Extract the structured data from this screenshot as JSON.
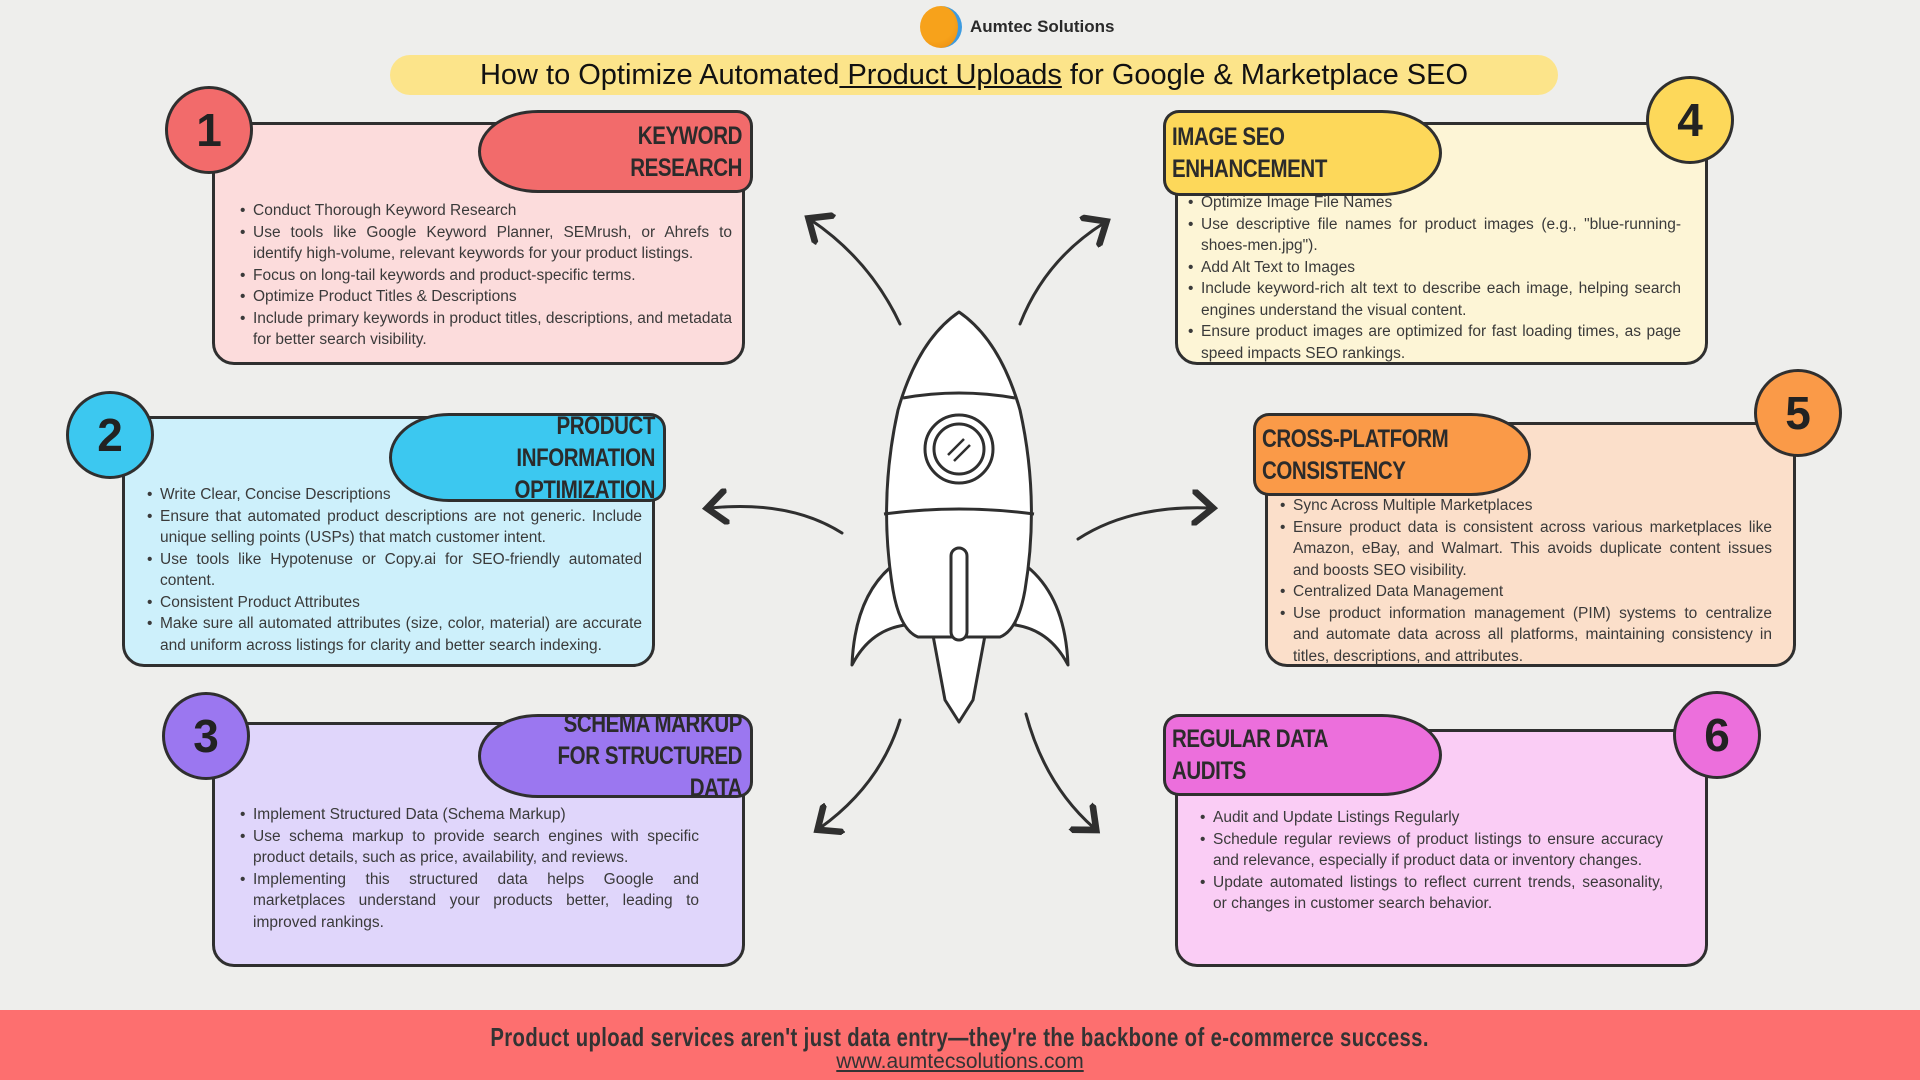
{
  "brand": {
    "name": "Aumtec Solutions"
  },
  "title": {
    "before": "How to Optimize Automated",
    "highlight": " Product Uploads",
    "after": " for Google & Marketplace SEO"
  },
  "colors": {
    "accent_red": "#f26b6b",
    "accent_blue": "#3cc8f0",
    "accent_purple": "#9b77f0",
    "accent_yellow": "#fdd85a",
    "accent_orange": "#fa9a48",
    "accent_pink": "#ec6fdc",
    "footer": "#fd6f6f"
  },
  "cards": [
    {
      "number": "1",
      "title": "Keyword Research",
      "bg": "#fcdcdc",
      "tab": "#f26b6b",
      "items": [
        "Conduct Thorough Keyword Research",
        "Use tools like Google Keyword Planner, SEMrush, or Ahrefs to identify high-volume, relevant keywords for your product listings.",
        "Focus on long-tail keywords and product-specific terms.",
        "Optimize Product Titles & Descriptions",
        "Include primary keywords in product titles, descriptions, and metadata for better search visibility."
      ]
    },
    {
      "number": "2",
      "title": "Product Information Optimization",
      "bg": "#cdf0fb",
      "tab": "#3cc8f0",
      "items": [
        "Write Clear, Concise Descriptions",
        "Ensure that automated product descriptions are not generic. Include unique selling points (USPs) that match customer intent.",
        "Use tools like Hypotenuse or Copy.ai for SEO-friendly automated content.",
        "Consistent Product Attributes",
        "Make sure all automated attributes (size, color, material) are accurate and uniform across listings for clarity and better search indexing."
      ]
    },
    {
      "number": "3",
      "title": "Schema Markup for Structured Data",
      "bg": "#e0d6fb",
      "tab": "#9b77f0",
      "items": [
        "Implement Structured Data (Schema Markup)",
        "Use schema markup to provide search engines with specific product details, such as price, availability, and reviews.",
        "Implementing this structured data helps Google and marketplaces understand your products better, leading to improved rankings."
      ]
    },
    {
      "number": "4",
      "title": "Image SEO Enhancement",
      "bg": "#fdf5d6",
      "tab": "#fdd85a",
      "items": [
        "Optimize Image File Names",
        "Use descriptive file names for product images (e.g., \"blue-running-shoes-men.jpg\").",
        "Add Alt Text to Images",
        "Include keyword-rich alt text to describe each image, helping search engines understand the visual content.",
        "Ensure product images are optimized for fast loading times, as page speed impacts SEO rankings."
      ]
    },
    {
      "number": "5",
      "title": "Cross-Platform Consistency",
      "bg": "#fbdfca",
      "tab": "#fa9a48",
      "items": [
        "Sync Across Multiple Marketplaces",
        "Ensure product data is consistent across various marketplaces like Amazon, eBay, and Walmart. This avoids duplicate content issues and boosts SEO visibility.",
        "Centralized Data Management",
        "Use product information management (PIM) systems to centralize and automate data across all platforms, maintaining consistency in titles, descriptions, and attributes."
      ]
    },
    {
      "number": "6",
      "title": "Regular Data Audits",
      "bg": "#facdf5",
      "tab": "#ec6fdc",
      "items": [
        "Audit and Update Listings Regularly",
        "Schedule regular reviews of product listings to ensure accuracy and relevance, especially if product data or inventory changes.",
        "Update automated listings to reflect current trends, seasonality, or changes in customer search behavior."
      ]
    }
  ],
  "footer": {
    "tagline": "Product upload services aren't just data entry—they're the backbone of e-commerce success.",
    "url": "www.aumtecsolutions.com"
  }
}
